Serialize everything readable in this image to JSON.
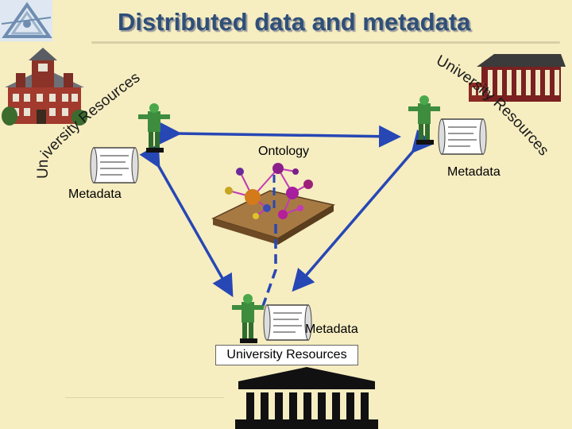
{
  "title": "Distributed data and metadata",
  "labels": {
    "ontology": "Ontology",
    "metadata_left": "Metadata",
    "metadata_right": "Metadata",
    "metadata_bottom": "Metadata",
    "university_resources_box": "University Resources",
    "arc_left": "University Resources",
    "arc_right": "University Resources"
  },
  "icons": {
    "corner_logo": "triangle-logo-icon",
    "left_building": "victorian-building-icon",
    "right_building": "red-brick-building-icon",
    "bottom_building": "greek-temple-icon",
    "agents": "robot-agent-icon",
    "documents": "scroll-document-icon",
    "ontology": "molecule-model-icon"
  },
  "colors": {
    "background": "#f6edc1",
    "title": "#2f4f78",
    "arrow": "#2747b5",
    "arc_text": "#1a1a1a"
  }
}
